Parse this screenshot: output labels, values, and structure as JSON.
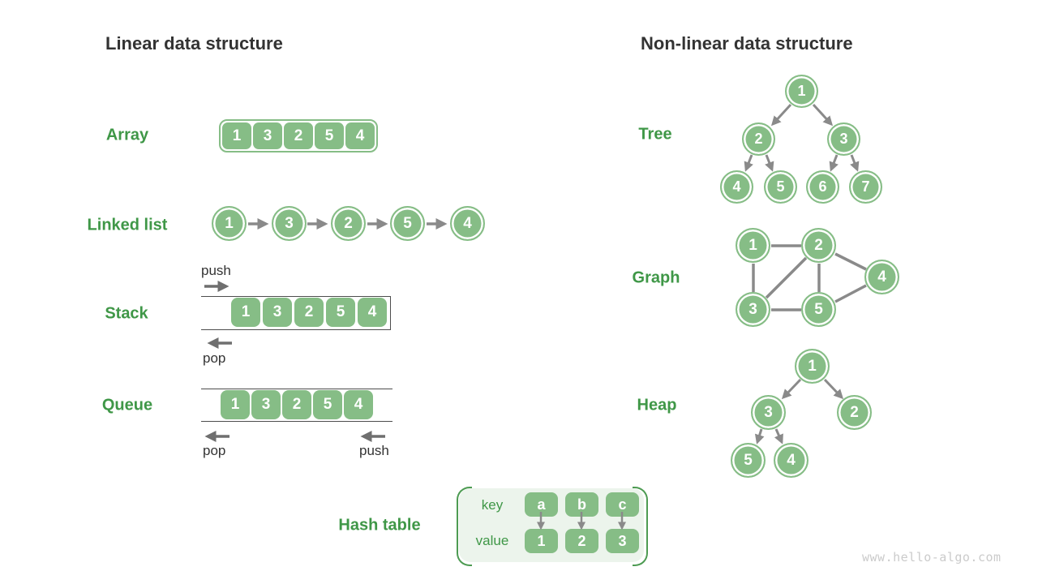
{
  "titles": {
    "linear": "Linear data structure",
    "nonlinear": "Non-linear data structure"
  },
  "linear": {
    "array": {
      "label": "Array",
      "values": [
        "1",
        "3",
        "2",
        "5",
        "4"
      ]
    },
    "linked_list": {
      "label": "Linked list",
      "values": [
        "1",
        "3",
        "2",
        "5",
        "4"
      ]
    },
    "stack": {
      "label": "Stack",
      "values": [
        "1",
        "3",
        "2",
        "5",
        "4"
      ],
      "push_label": "push",
      "pop_label": "pop"
    },
    "queue": {
      "label": "Queue",
      "values": [
        "1",
        "3",
        "2",
        "5",
        "4"
      ],
      "push_label": "push",
      "pop_label": "pop"
    }
  },
  "hash_table": {
    "label": "Hash table",
    "key_label": "key",
    "value_label": "value",
    "keys": [
      "a",
      "b",
      "c"
    ],
    "values": [
      "1",
      "2",
      "3"
    ]
  },
  "nonlinear": {
    "tree": {
      "label": "Tree",
      "nodes": [
        "1",
        "2",
        "3",
        "4",
        "5",
        "6",
        "7"
      ],
      "edges": [
        [
          "1",
          "2"
        ],
        [
          "1",
          "3"
        ],
        [
          "2",
          "4"
        ],
        [
          "2",
          "5"
        ],
        [
          "3",
          "6"
        ],
        [
          "3",
          "7"
        ]
      ]
    },
    "graph": {
      "label": "Graph",
      "nodes": [
        "1",
        "2",
        "3",
        "4",
        "5"
      ],
      "edges": [
        [
          "1",
          "2"
        ],
        [
          "1",
          "3"
        ],
        [
          "2",
          "3"
        ],
        [
          "2",
          "4"
        ],
        [
          "2",
          "5"
        ],
        [
          "3",
          "5"
        ],
        [
          "5",
          "4"
        ]
      ]
    },
    "heap": {
      "label": "Heap",
      "nodes": [
        "1",
        "3",
        "2",
        "5",
        "4"
      ],
      "edges": [
        [
          "1",
          "3"
        ],
        [
          "1",
          "2"
        ],
        [
          "3",
          "5"
        ],
        [
          "3",
          "4"
        ]
      ]
    }
  },
  "watermark": "www.hello-algo.com",
  "colors": {
    "node_green": "#86bd86",
    "label_green": "#3f9747",
    "bracket_green": "#4d9b52",
    "hash_bg": "#ecf4ec",
    "title_dark": "#333333",
    "arrow_gray": "#8a8a8a",
    "pushpop_arrow_gray": "#6f6f6f",
    "container_line": "#4d4d4d",
    "watermark_gray": "#cbcbcb"
  }
}
